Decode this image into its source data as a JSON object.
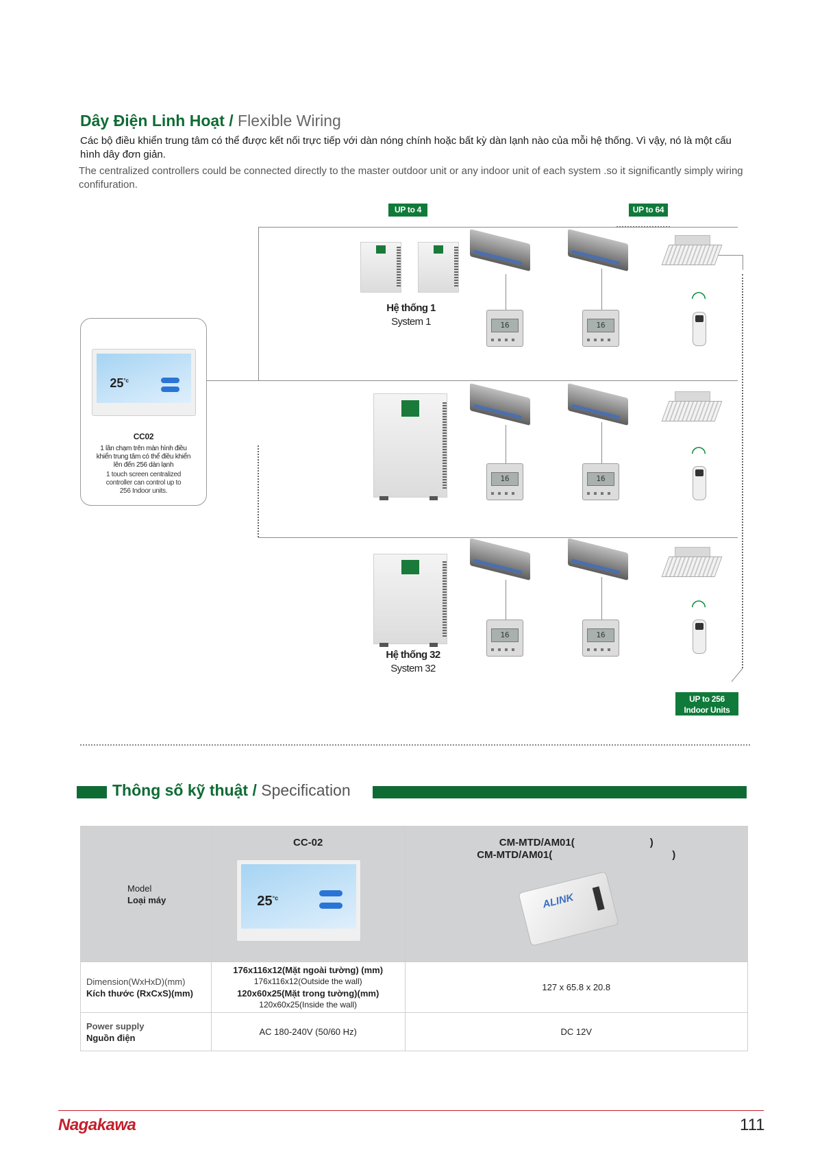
{
  "section1": {
    "title_vi": "Dây Điện Linh Hoạt /",
    "title_en": "Flexible Wiring",
    "desc_vi": "Các bộ điều khiển trung tâm có thể được kết nối trực tiếp với dàn nóng chính hoặc bất kỳ dàn lạnh nào của mỗi hệ thống. Vì vậy, nó là một cấu hình dây đơn giản.",
    "desc_en": "The centralized controllers could be connected directly to the master outdoor unit or any indoor unit of each system .so it significantly simply wiring confifuration."
  },
  "diagram": {
    "badge_up4": "UP to 4",
    "badge_up64": "UP to 64",
    "badge_up256_line1": "UP to 256",
    "badge_up256_line2": "Indoor Units",
    "system1_vi": "Hệ thống 1",
    "system1_en": "System 1",
    "system32_vi": "Hệ thống 32",
    "system32_en": "System 32",
    "card": {
      "model": "CC02",
      "desc_vi": "1 lần chạm trên màn hình điều khiển trung tâm có thể điều khiển lên đến 256 dàn lạnh",
      "desc_en": "1 touch screen centralized controller can control up to 256 Indoor units.",
      "screen_temp": "25",
      "screen_unit": "°c"
    },
    "wired_display": "16",
    "colors": {
      "green": "#0f7a3a",
      "line": "#8a8a8a",
      "wifi": "#0e8a3e"
    },
    "icons": [
      "outdoor-unit-icon",
      "duct-unit-icon",
      "cassette-unit-icon",
      "wired-controller-icon",
      "remote-control-icon",
      "wifi-icon",
      "touch-panel-icon"
    ]
  },
  "spec": {
    "title_vi": "Thông số kỹ thuật /",
    "title_en": "Specification",
    "model_label_en": "Model",
    "model_label_vi": "Loại máy",
    "col1_model": "CC-02",
    "col2_model_line1": "CM-MTD/AM01(",
    "col2_model_line1_close": ")",
    "col2_model_line2": "CM-MTD/AM01(",
    "col2_model_line2_close": ")",
    "col2_product_logo": "ALINK",
    "dim_label_en": "Dimension(WxHxD)(mm)",
    "dim_label_vi": "Kích thước (RxCxS)(mm)",
    "dim_col1_a_vi": "176x116x12(Mặt ngoài tường) (mm)",
    "dim_col1_a_en": "176x116x12(Outside the wall)",
    "dim_col1_b_vi": "120x60x25(Mặt trong tường)(mm)",
    "dim_col1_b_en": "120x60x25(Inside the wall)",
    "dim_col2": "127 x 65.8 x 20.8",
    "power_label_en": "Power supply",
    "power_label_vi": "Nguồn điện",
    "power_col1": "AC 180-240V (50/60 Hz)",
    "power_col2": "DC 12V"
  },
  "footer": {
    "brand": "Nagakawa",
    "page": "111",
    "brand_color": "#c21f2c"
  }
}
